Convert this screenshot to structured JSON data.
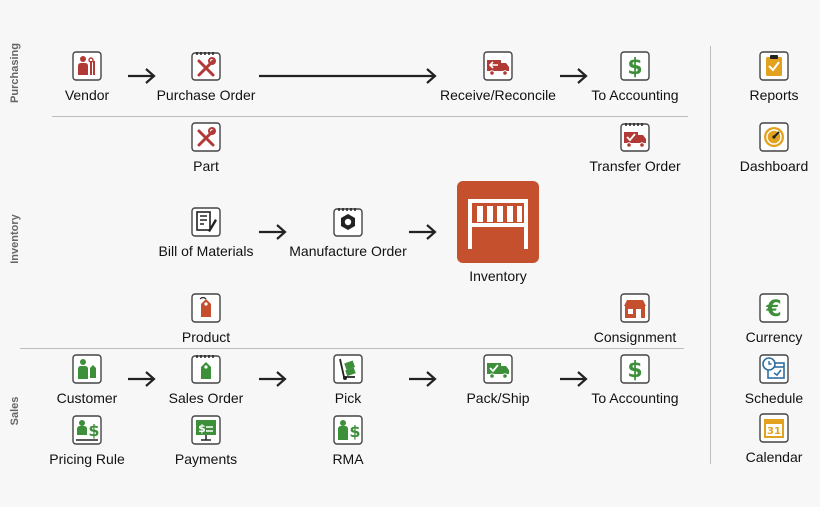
{
  "sections": {
    "purchasing": "Purchasing",
    "inventory": "Inventory",
    "sales": "Sales"
  },
  "nodes": {
    "vendor": "Vendor",
    "purchase_order": "Purchase Order",
    "receive_reconcile": "Receive/Reconcile",
    "to_accounting_purchasing": "To Accounting",
    "part": "Part",
    "transfer_order": "Transfer Order",
    "bill_of_materials": "Bill of Materials",
    "manufacture_order": "Manufacture Order",
    "inventory": "Inventory",
    "product": "Product",
    "consignment": "Consignment",
    "customer": "Customer",
    "sales_order": "Sales Order",
    "pick": "Pick",
    "pack_ship": "Pack/Ship",
    "to_accounting_sales": "To Accounting",
    "pricing_rule": "Pricing Rule",
    "payments": "Payments",
    "rma": "RMA"
  },
  "side": {
    "reports": "Reports",
    "dashboard": "Dashboard",
    "currency": "Currency",
    "schedule": "Schedule",
    "calendar": "Calendar"
  },
  "icons": {
    "vendor": "vendor-person-tools-icon",
    "purchase_order": "wrench-screwdriver-notepad-icon",
    "receive_reconcile": "truck-receive-icon",
    "to_accounting": "dollar-icon",
    "part": "wrench-screwdriver-icon",
    "transfer_order": "truck-check-icon",
    "bill_of_materials": "document-pencil-icon",
    "manufacture_order": "hex-nut-icon",
    "inventory": "warehouse-shelf-icon",
    "product": "price-tag-icon",
    "consignment": "shop-icon",
    "customer": "person-tag-icon",
    "sales_order": "tag-notepad-icon",
    "pick": "hand-truck-icon",
    "pack_ship": "truck-check-icon",
    "pricing_rule": "person-dollar-icon",
    "payments": "dollar-board-icon",
    "rma": "person-dollar-icon",
    "reports": "clipboard-icon",
    "dashboard": "gauge-icon",
    "currency": "euro-icon",
    "schedule": "clock-calendar-icon",
    "calendar": "calendar-31-icon"
  },
  "calendar_day": "31",
  "colors": {
    "purchasing": "#b23a36",
    "inventory": "#c5502e",
    "sales": "#3d8f3a",
    "accounting": "#3d8f3a",
    "reports": "#e2a21f"
  }
}
